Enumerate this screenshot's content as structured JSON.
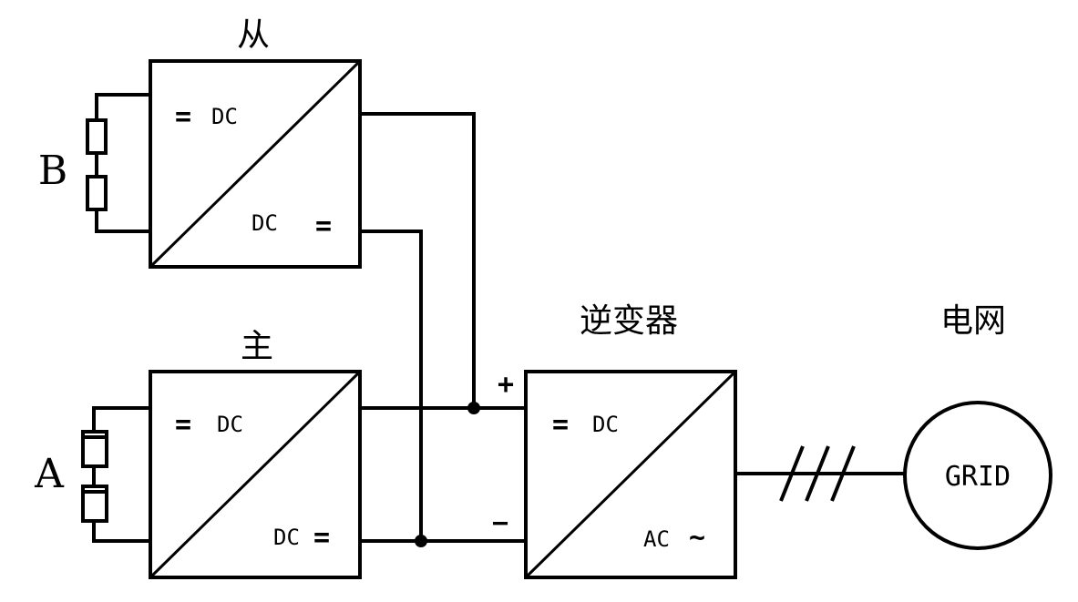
{
  "labels": {
    "slave": "从",
    "master": "主",
    "inverter": "逆变器",
    "grid_cn": "电网",
    "string_b": "B",
    "string_a": "A",
    "grid": "GRID",
    "plus": "+",
    "minus": "−"
  },
  "converter_slave": {
    "in_sym": "=",
    "in_label": "DC",
    "out_label": "DC",
    "out_sym": "="
  },
  "converter_master": {
    "in_sym": "=",
    "in_label": "DC",
    "out_label": "DC",
    "out_sym": "="
  },
  "inverter_box": {
    "in_sym": "=",
    "in_label": "DC",
    "out_label": "AC",
    "out_sym": "~"
  }
}
